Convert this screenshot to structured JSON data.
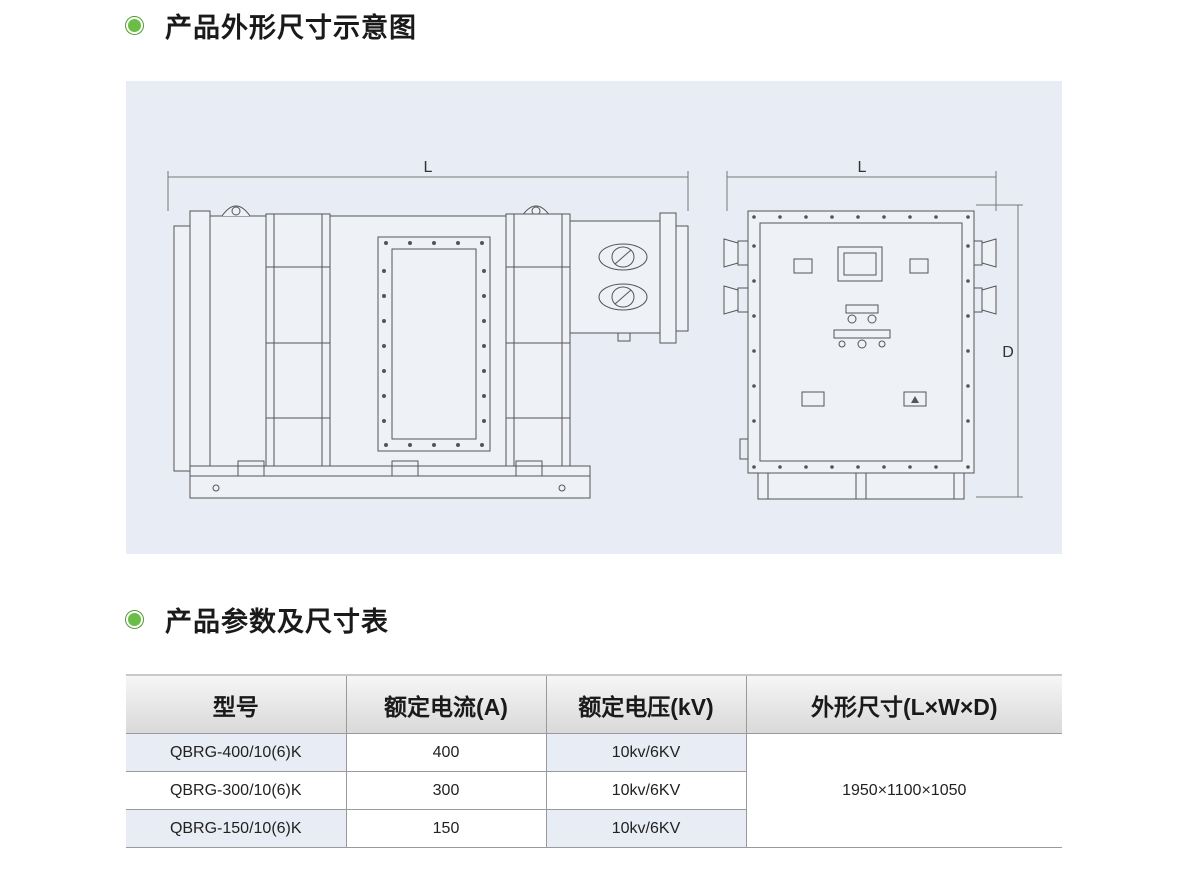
{
  "sections": {
    "drawing_title": "产品外形尺寸示意图",
    "table_title": "产品参数及尺寸表"
  },
  "drawing": {
    "front_label_L": "L",
    "side_label_L": "L",
    "side_label_D": "D"
  },
  "table": {
    "headers": [
      "型号",
      "额定电流(A)",
      "额定电压(kV)",
      "外形尺寸(L×W×D)"
    ],
    "rows": [
      {
        "model": "QBRG-400/10(6)K",
        "current": "400",
        "voltage": "10kv/6KV"
      },
      {
        "model": "QBRG-300/10(6)K",
        "current": "300",
        "voltage": "10kv/6KV"
      },
      {
        "model": "QBRG-150/10(6)K",
        "current": "150",
        "voltage": "10kv/6KV"
      }
    ],
    "dimensions": "1950×1100×1050"
  },
  "colors": {
    "bullet": "#6abd45",
    "panel": "#e8ecf4"
  }
}
